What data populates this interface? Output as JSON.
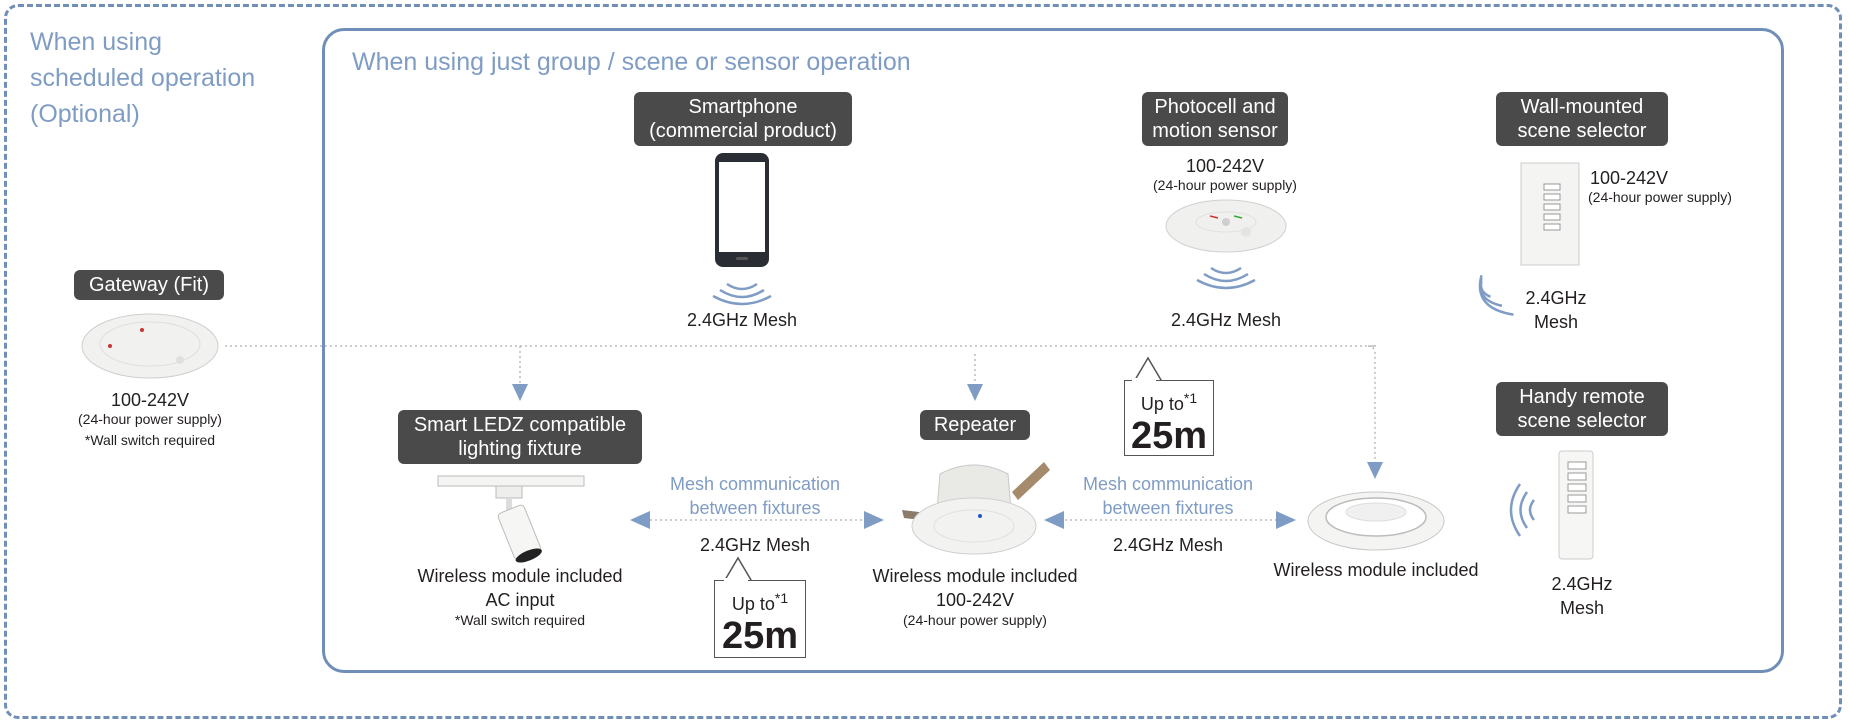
{
  "sections": {
    "scheduled": [
      "When using",
      "scheduled operation",
      "(Optional)"
    ],
    "group": "When using just group / scene or sensor operation"
  },
  "gateway": {
    "tag": "Gateway (Fit)",
    "voltage": "100-242V",
    "power": "(24-hour power supply)",
    "note": "*Wall switch required"
  },
  "smartphone": {
    "tag": [
      "Smartphone",
      "(commercial product)"
    ],
    "mesh": "2.4GHz Mesh"
  },
  "sensor": {
    "tag": [
      "Photocell and",
      "motion sensor"
    ],
    "voltage": "100-242V",
    "power": "(24-hour power supply)",
    "mesh": "2.4GHz Mesh"
  },
  "wall_selector": {
    "tag": [
      "Wall-mounted",
      "scene selector"
    ],
    "voltage": "100-242V",
    "power": "(24-hour power supply)",
    "mesh": [
      "2.4GHz",
      "Mesh"
    ]
  },
  "handy_remote": {
    "tag": [
      "Handy remote",
      "scene selector"
    ],
    "mesh": [
      "2.4GHz",
      "Mesh"
    ]
  },
  "fixture": {
    "tag": [
      "Smart LEDZ compatible",
      "lighting fixture"
    ],
    "module": "Wireless module included",
    "input": "AC input",
    "note": "*Wall switch required"
  },
  "repeater": {
    "tag": "Repeater",
    "module": "Wireless module included",
    "voltage": "100-242V",
    "power": "(24-hour power supply)"
  },
  "downlight": {
    "module": "Wireless module included"
  },
  "links": [
    {
      "label": [
        "Mesh communication",
        "between fixtures"
      ],
      "mesh": "2.4GHz Mesh"
    },
    {
      "label": [
        "Mesh communication",
        "between fixtures"
      ],
      "mesh": "2.4GHz Mesh"
    }
  ],
  "callouts": [
    {
      "upto": "Up to",
      "sup": "*1",
      "distance": "25m"
    },
    {
      "upto": "Up to",
      "sup": "*1",
      "distance": "25m"
    }
  ],
  "colors": {
    "frame": "#6f8fb8",
    "title": "#7f9cc4",
    "tag": "#4a4a4a",
    "arrow": "#7f9cc4"
  }
}
